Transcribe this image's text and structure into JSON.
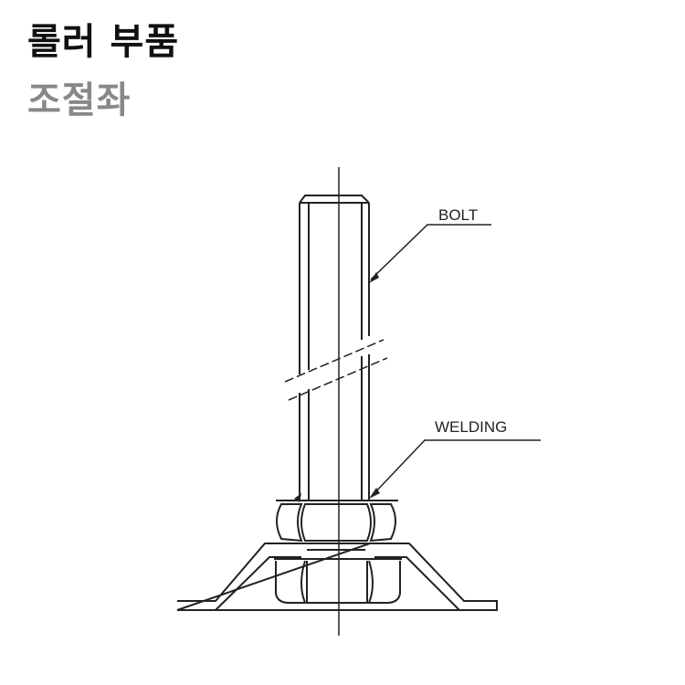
{
  "header": {
    "title": "롤러 부품",
    "subtitle": "조절좌"
  },
  "diagram": {
    "labels": {
      "bolt": "BOLT",
      "welding": "WELDING"
    },
    "colors": {
      "line": "#222222",
      "title": "#111111",
      "subtitle": "#888888"
    }
  }
}
